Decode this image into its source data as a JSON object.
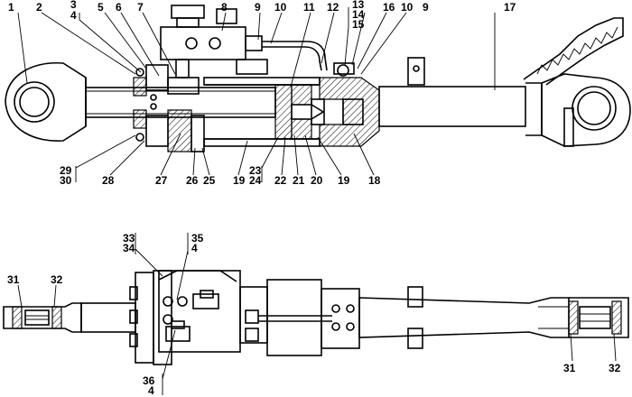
{
  "top_view": {
    "labels": [
      {
        "id": "l1",
        "text": "1"
      },
      {
        "id": "l2",
        "text": "2"
      },
      {
        "id": "l3",
        "text": "3"
      },
      {
        "id": "l4",
        "text": "4"
      },
      {
        "id": "l5",
        "text": "5"
      },
      {
        "id": "l6",
        "text": "6"
      },
      {
        "id": "l7",
        "text": "7"
      },
      {
        "id": "l8",
        "text": "8"
      },
      {
        "id": "l9a",
        "text": "9"
      },
      {
        "id": "l10a",
        "text": "10"
      },
      {
        "id": "l11",
        "text": "11"
      },
      {
        "id": "l12",
        "text": "12"
      },
      {
        "id": "l13",
        "text": "13"
      },
      {
        "id": "l14",
        "text": "14"
      },
      {
        "id": "l15",
        "text": "15"
      },
      {
        "id": "l16",
        "text": "16"
      },
      {
        "id": "l10b",
        "text": "10"
      },
      {
        "id": "l9b",
        "text": "9"
      },
      {
        "id": "l17",
        "text": "17"
      },
      {
        "id": "l29",
        "text": "29"
      },
      {
        "id": "l30",
        "text": "30"
      },
      {
        "id": "l28",
        "text": "28"
      },
      {
        "id": "l27",
        "text": "27"
      },
      {
        "id": "l26",
        "text": "26"
      },
      {
        "id": "l25",
        "text": "25"
      },
      {
        "id": "l19a",
        "text": "19"
      },
      {
        "id": "l23",
        "text": "23"
      },
      {
        "id": "l24",
        "text": "24"
      },
      {
        "id": "l22",
        "text": "22"
      },
      {
        "id": "l21",
        "text": "21"
      },
      {
        "id": "l20",
        "text": "20"
      },
      {
        "id": "l19b",
        "text": "19"
      },
      {
        "id": "l18",
        "text": "18"
      }
    ]
  },
  "bottom_view": {
    "labels": [
      {
        "id": "b33",
        "text": "33"
      },
      {
        "id": "b34",
        "text": "34"
      },
      {
        "id": "b35",
        "text": "35"
      },
      {
        "id": "b4a",
        "text": "4"
      },
      {
        "id": "b31a",
        "text": "31"
      },
      {
        "id": "b32a",
        "text": "32"
      },
      {
        "id": "b36",
        "text": "36"
      },
      {
        "id": "b4b",
        "text": "4"
      },
      {
        "id": "b31b",
        "text": "31"
      },
      {
        "id": "b32b",
        "text": "32"
      }
    ]
  }
}
